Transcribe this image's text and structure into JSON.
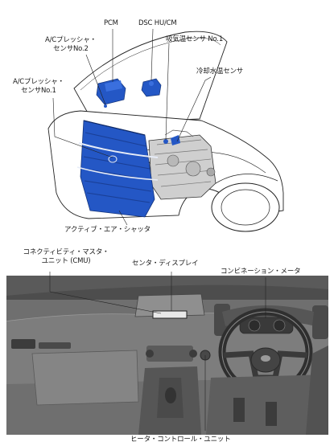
{
  "top_labels": {
    "pcm": "PCM",
    "dsc": "DSC HU/CM",
    "ac_sensor_2": "A/Cプレッシャ・\nセンサNo.2",
    "intake_temp": "吸気温センサ No.1",
    "ac_sensor_1": "A/Cプレッシャ・\nセンサNo.1",
    "coolant_temp": "冷却水温センサ",
    "active_shutter": "アクティブ・エア・シャッタ"
  },
  "bottom_labels": {
    "cmu": "コネクティビティ・マスタ・\nユニット (CMU)",
    "center_display": "センタ・ディスプレイ",
    "combination_meter": "コンビネーション・メータ",
    "heater_control": "ヒータ・コントロール・ユニット"
  },
  "colors": {
    "component_blue": "#2457c5",
    "line": "#222222",
    "interior_bg": "#6f6f6f"
  }
}
